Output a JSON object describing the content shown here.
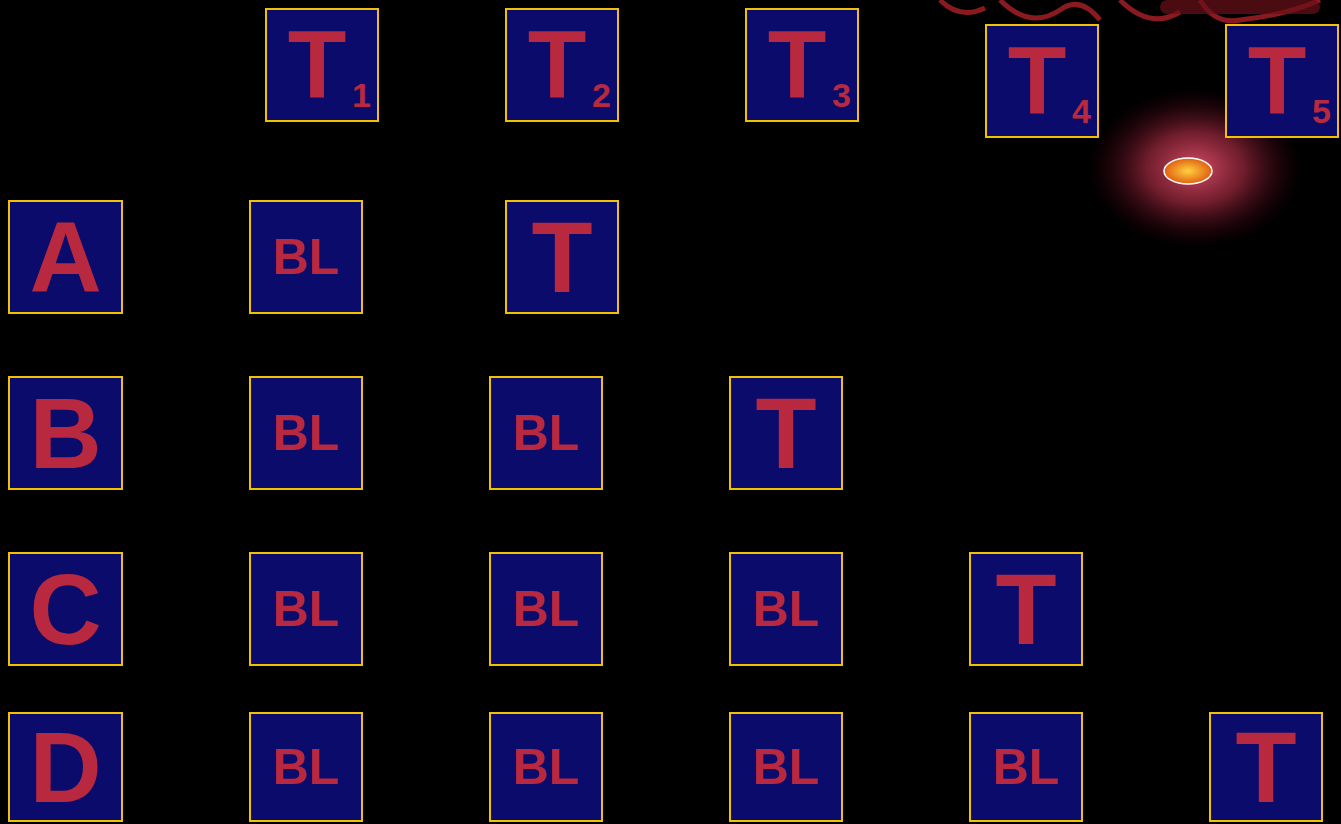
{
  "diagram": {
    "nodes": [
      {
        "text": [
          "T",
          "1"
        ]
      },
      {
        "text": [
          "T",
          "2"
        ]
      },
      {
        "text": [
          "T",
          "3"
        ]
      },
      {
        "text": [
          "T",
          "4"
        ]
      },
      {
        "text": [
          "T",
          "5"
        ]
      },
      {
        "text": [
          "A"
        ]
      },
      {
        "text": [
          "BL"
        ]
      },
      {
        "text": [
          "T"
        ]
      },
      {
        "text": [
          "B"
        ]
      },
      {
        "text": [
          "BL"
        ]
      },
      {
        "text": [
          "BL"
        ]
      },
      {
        "text": [
          "T"
        ]
      },
      {
        "text": [
          "C"
        ]
      },
      {
        "text": [
          "BL"
        ]
      },
      {
        "text": [
          "BL"
        ]
      },
      {
        "text": [
          "BL"
        ]
      },
      {
        "text": [
          "T"
        ]
      },
      {
        "text": [
          "D"
        ]
      },
      {
        "text": [
          "BL"
        ]
      },
      {
        "text": [
          "BL"
        ]
      },
      {
        "text": [
          "BL"
        ]
      },
      {
        "text": [
          "BL"
        ]
      },
      {
        "text": [
          "T"
        ]
      }
    ]
  }
}
